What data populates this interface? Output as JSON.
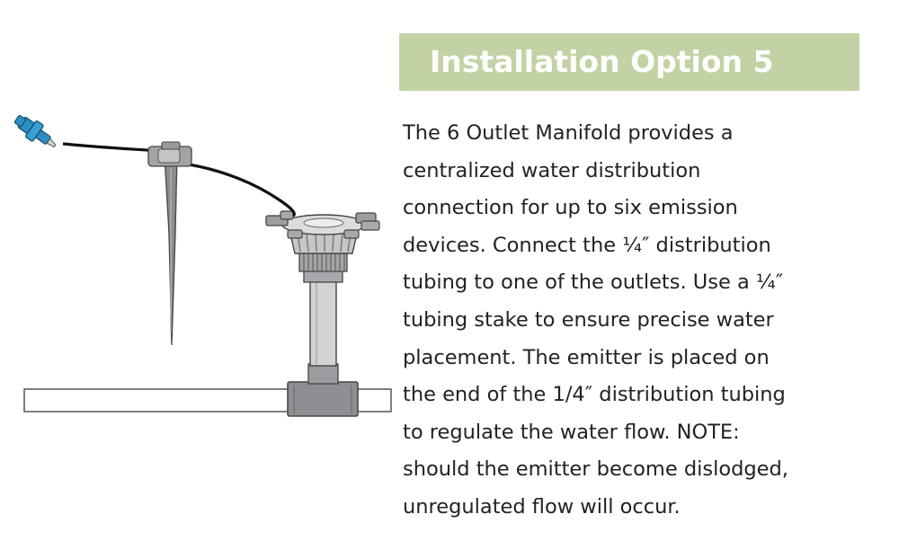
{
  "title": "Installation Option 5",
  "description": {
    "lines": [
      "The 6 Outlet Manifold provides a",
      "centralized water distribution",
      "connection for up to six emission",
      "devices.  Connect the ¼″ distribution",
      "tubing to one of the outlets.  Use a ¼″",
      "tubing stake to ensure precise water",
      "placement.  The emitter is placed on",
      "the end of the 1/4″ distribution tubing",
      "to regulate the water flow.  NOTE:",
      "should the emitter become dislodged,",
      "unregulated flow will occur."
    ]
  },
  "colors": {
    "banner": "#c2d2a5",
    "emitter": "#2b8fc4",
    "stake": "#8a8a8e",
    "manifold": "#9a9a9e",
    "tubing": "#111111"
  },
  "icons": {
    "emitter": "emitter-icon",
    "stake": "tubing-stake-icon",
    "manifold": "six-outlet-manifold-icon",
    "pipe": "supply-pipe-icon"
  }
}
